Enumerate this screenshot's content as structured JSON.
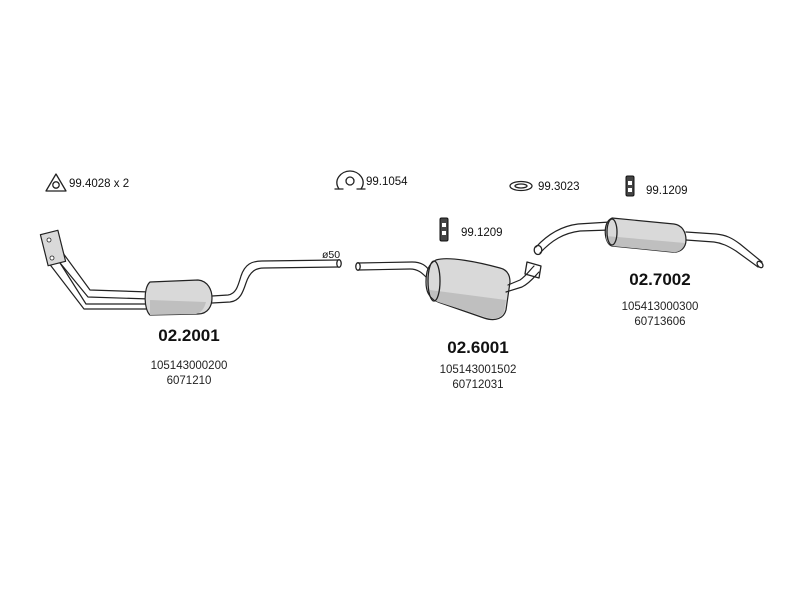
{
  "accessories": [
    {
      "code": "99.4028 x 2",
      "icon": "triangle-gasket-icon"
    },
    {
      "code": "99.1054",
      "icon": "clamp-icon"
    },
    {
      "code": "99.3023",
      "icon": "ring-gasket-icon"
    },
    {
      "code": "99.1209",
      "icon": "hanger-icon"
    },
    {
      "code": "99.1209",
      "icon": "hanger-icon"
    }
  ],
  "pipe_diameter": "ø50",
  "parts": [
    {
      "number": "02.2001",
      "refs": [
        "105143000200",
        "6071210"
      ]
    },
    {
      "number": "02.6001",
      "refs": [
        "105143001502",
        "60712031"
      ]
    },
    {
      "number": "02.7002",
      "refs": [
        "105413000300",
        "60713606"
      ]
    }
  ]
}
